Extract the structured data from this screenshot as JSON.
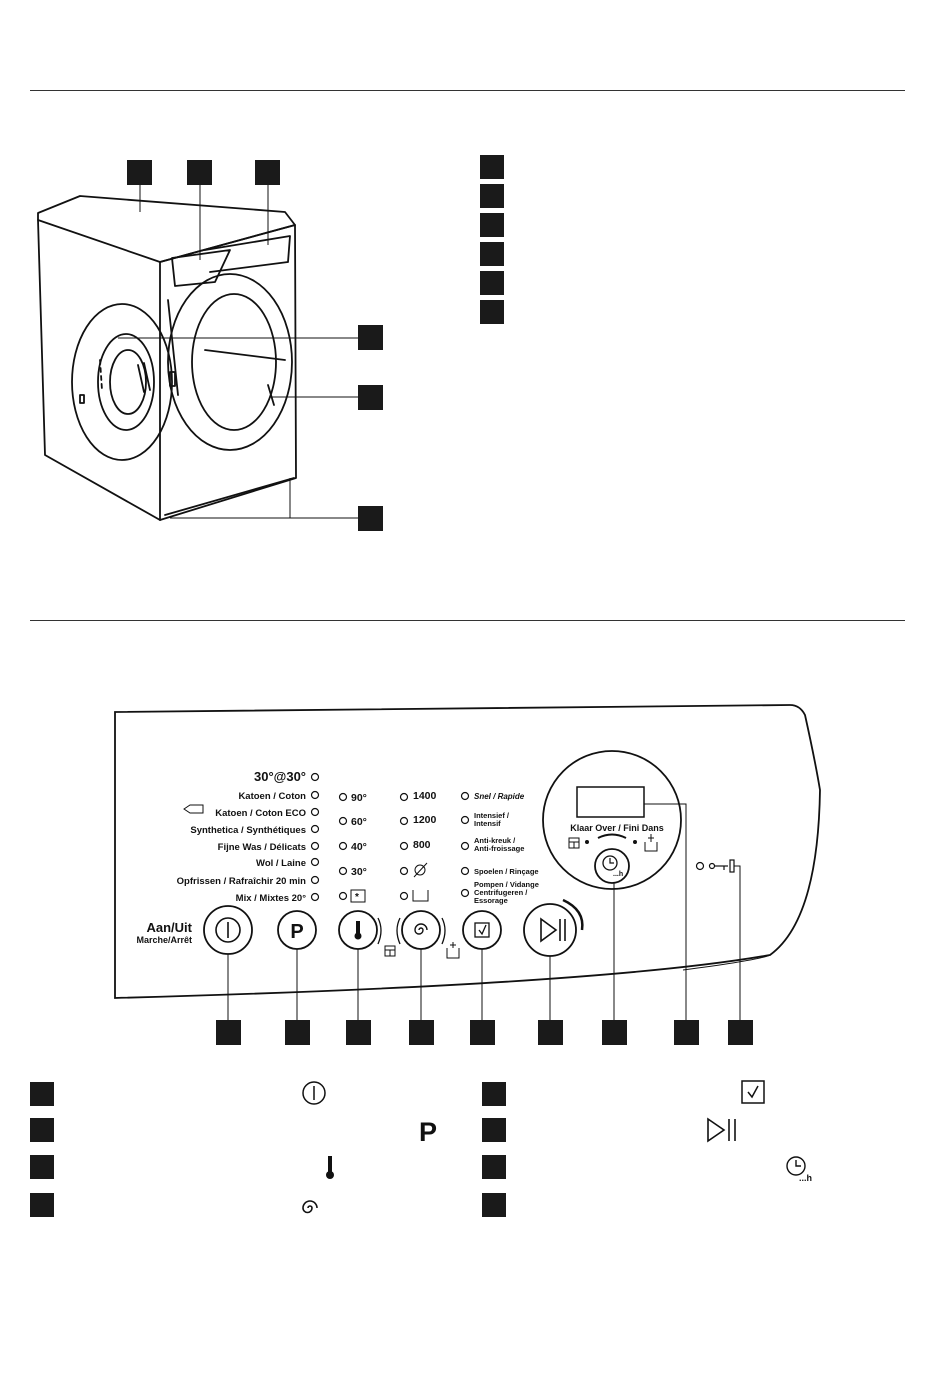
{
  "colors": {
    "ink": "#111111",
    "marker": "#1a1a1a"
  },
  "panel": {
    "top_mark": "30°@30°",
    "programmes": [
      "Katoen / Coton",
      "Katoen / Coton ECO",
      "Synthetica / Synthétiques",
      "Fijne Was / Délicats",
      "Wol / Laine",
      "Opfrissen / Rafraîchir 20 min",
      "Mix / Mixtes 20°"
    ],
    "temperatures": [
      "90°",
      "60°",
      "40°",
      "30°"
    ],
    "spin_speeds": [
      "1400",
      "1200",
      "800"
    ],
    "options": [
      "Snel / Rapide",
      "Intensief / Intensif",
      "Anti-kreuk / Anti-froissage",
      "Spoelen / Rinçage",
      "Pompen / Vidange Centrifugeren / Essorage"
    ],
    "power_label": "Aan/Uit",
    "power_label_fr": "Marche/Arrêt",
    "program_button_letter": "P",
    "display_label": "Klaar Over / Fini Dans",
    "delay_icon_suffix": "...h",
    "icons": [
      "power-icon",
      "program-icon",
      "thermometer-icon",
      "spin-icon",
      "option-icon",
      "start-pause-icon",
      "delay-start-icon",
      "lock-key-icon",
      "prewash-icon",
      "extra-rinse-icon",
      "stain-icon",
      "drain-icon"
    ]
  },
  "legend": {
    "left_icons": [
      "power-icon",
      "program-icon",
      "thermometer-icon",
      "spin-icon"
    ],
    "right_icons": [
      "option-icon",
      "start-pause-icon",
      "delay-start-icon",
      ""
    ]
  }
}
